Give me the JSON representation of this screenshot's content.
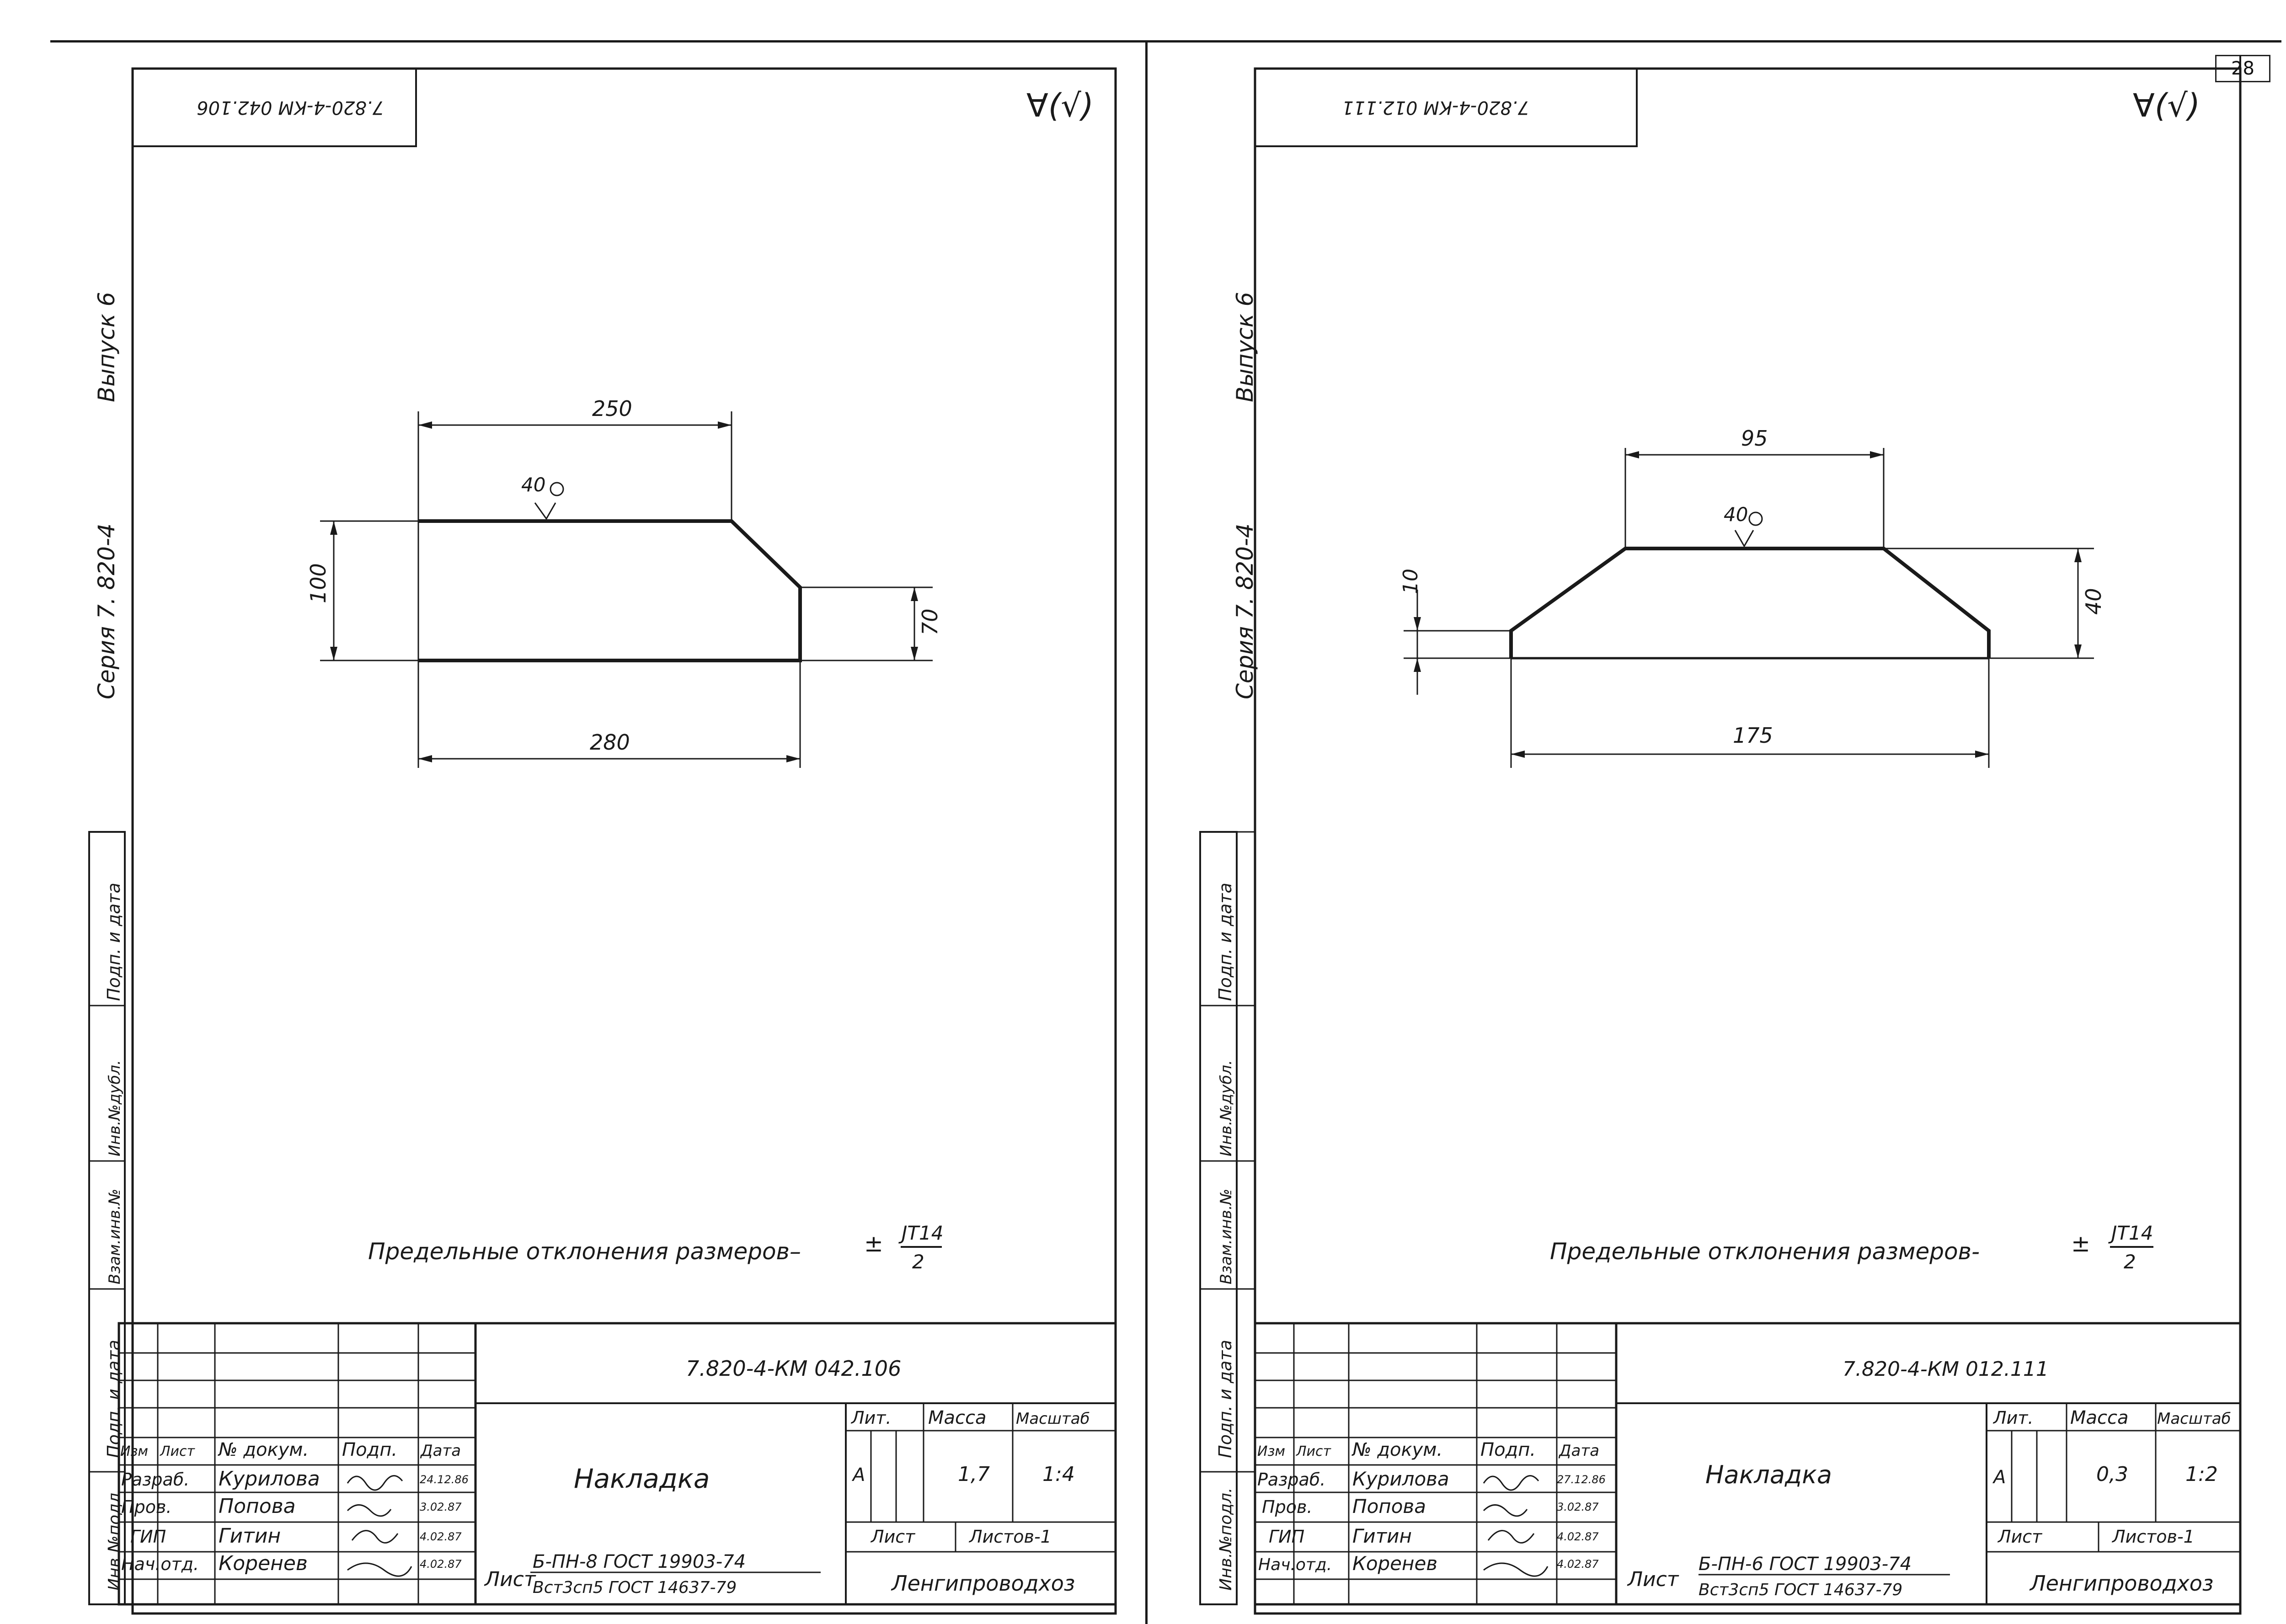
{
  "page_number": "28",
  "left": {
    "doc_code_mirrored": "7.820-4-КМ 042.106",
    "roughness_mark": "∀(√)",
    "series_label": "Серия  7. 820-4",
    "issue_label": "Выпуск 6",
    "side_stamp": [
      "Инв.№подл.",
      "Подп. и дата",
      "Взам.инв.№",
      "Инв.№дубл.",
      "Подп. и дата"
    ],
    "dims": {
      "top": "250",
      "weld": "40",
      "left": "100",
      "right": "70",
      "bottom": "280"
    },
    "tolerance_text": "Предельные отклонения размеров–",
    "tolerance_pm": "±",
    "tolerance_num": "JT14",
    "tolerance_den": "2",
    "doc_code": "7.820-4-КМ 042.106",
    "part_name": "Накладка",
    "lit_label": "Лит.",
    "mass_label": "Масса",
    "scale_label": "Масштаб",
    "lit_value": "А",
    "mass_value": "1,7",
    "scale_value": "1:4",
    "sheet_label": "Лист",
    "sheets_label": "Листов-1",
    "org": "Ленгипроводхоз",
    "material_prefix": "Лист",
    "material_top": "Б-ПН-8  ГОСТ 19903-74",
    "material_bottom": "Вст3сп5 ГОСТ 14637-79",
    "title_headers": [
      "Изм",
      "Лист",
      "№ докум.",
      "Подп.",
      "Дата"
    ],
    "signers": [
      {
        "role": "Разраб.",
        "name": "Курилова",
        "date": "24.12.86"
      },
      {
        "role": "Пров.",
        "name": "Попова",
        "date": "3.02.87"
      },
      {
        "role": "ГИП",
        "name": "Гитин",
        "date": "4.02.87"
      },
      {
        "role": "Нач.отд.",
        "name": "Коренев",
        "date": "4.02.87"
      }
    ]
  },
  "right": {
    "doc_code_mirrored": "7.820-4-КМ 012.111",
    "roughness_mark": "∀(√)",
    "series_label": "Серия  7. 820-4",
    "issue_label": "Выпуск 6",
    "side_stamp": [
      "Инв.№подл.",
      "Подп. и дата",
      "Взам.инв.№",
      "Инв.№дубл.",
      "Подп. и дата"
    ],
    "dims": {
      "top": "95",
      "weld": "40",
      "left": "10",
      "right": "40",
      "bottom": "175"
    },
    "tolerance_text": "Предельные   отклонения  размеров-",
    "tolerance_pm": "±",
    "tolerance_num": "JT14",
    "tolerance_den": "2",
    "doc_code": "7.820-4-КМ 012.111",
    "part_name": "Накладка",
    "lit_label": "Лит.",
    "mass_label": "Масса",
    "scale_label": "Масштаб",
    "lit_value": "А",
    "mass_value": "0,3",
    "scale_value": "1:2",
    "sheet_label": "Лист",
    "sheets_label": "Листов-1",
    "org": "Ленгипроводхоз",
    "material_prefix": "Лист",
    "material_top": "Б-ПН-6 ГОСТ 19903-74",
    "material_bottom": "Вст3сп5 ГОСТ 14637-79",
    "title_headers": [
      "Изм",
      "Лист",
      "№ докум.",
      "Подп.",
      "Дата"
    ],
    "signers": [
      {
        "role": "Разраб.",
        "name": "Курилова",
        "date": "27.12.86"
      },
      {
        "role": "Пров.",
        "name": "Попова",
        "date": "3.02.87"
      },
      {
        "role": "ГИП",
        "name": "Гитин",
        "date": "4.02.87"
      },
      {
        "role": "Нач.отд.",
        "name": "Коренев",
        "date": "4.02.87"
      }
    ]
  }
}
